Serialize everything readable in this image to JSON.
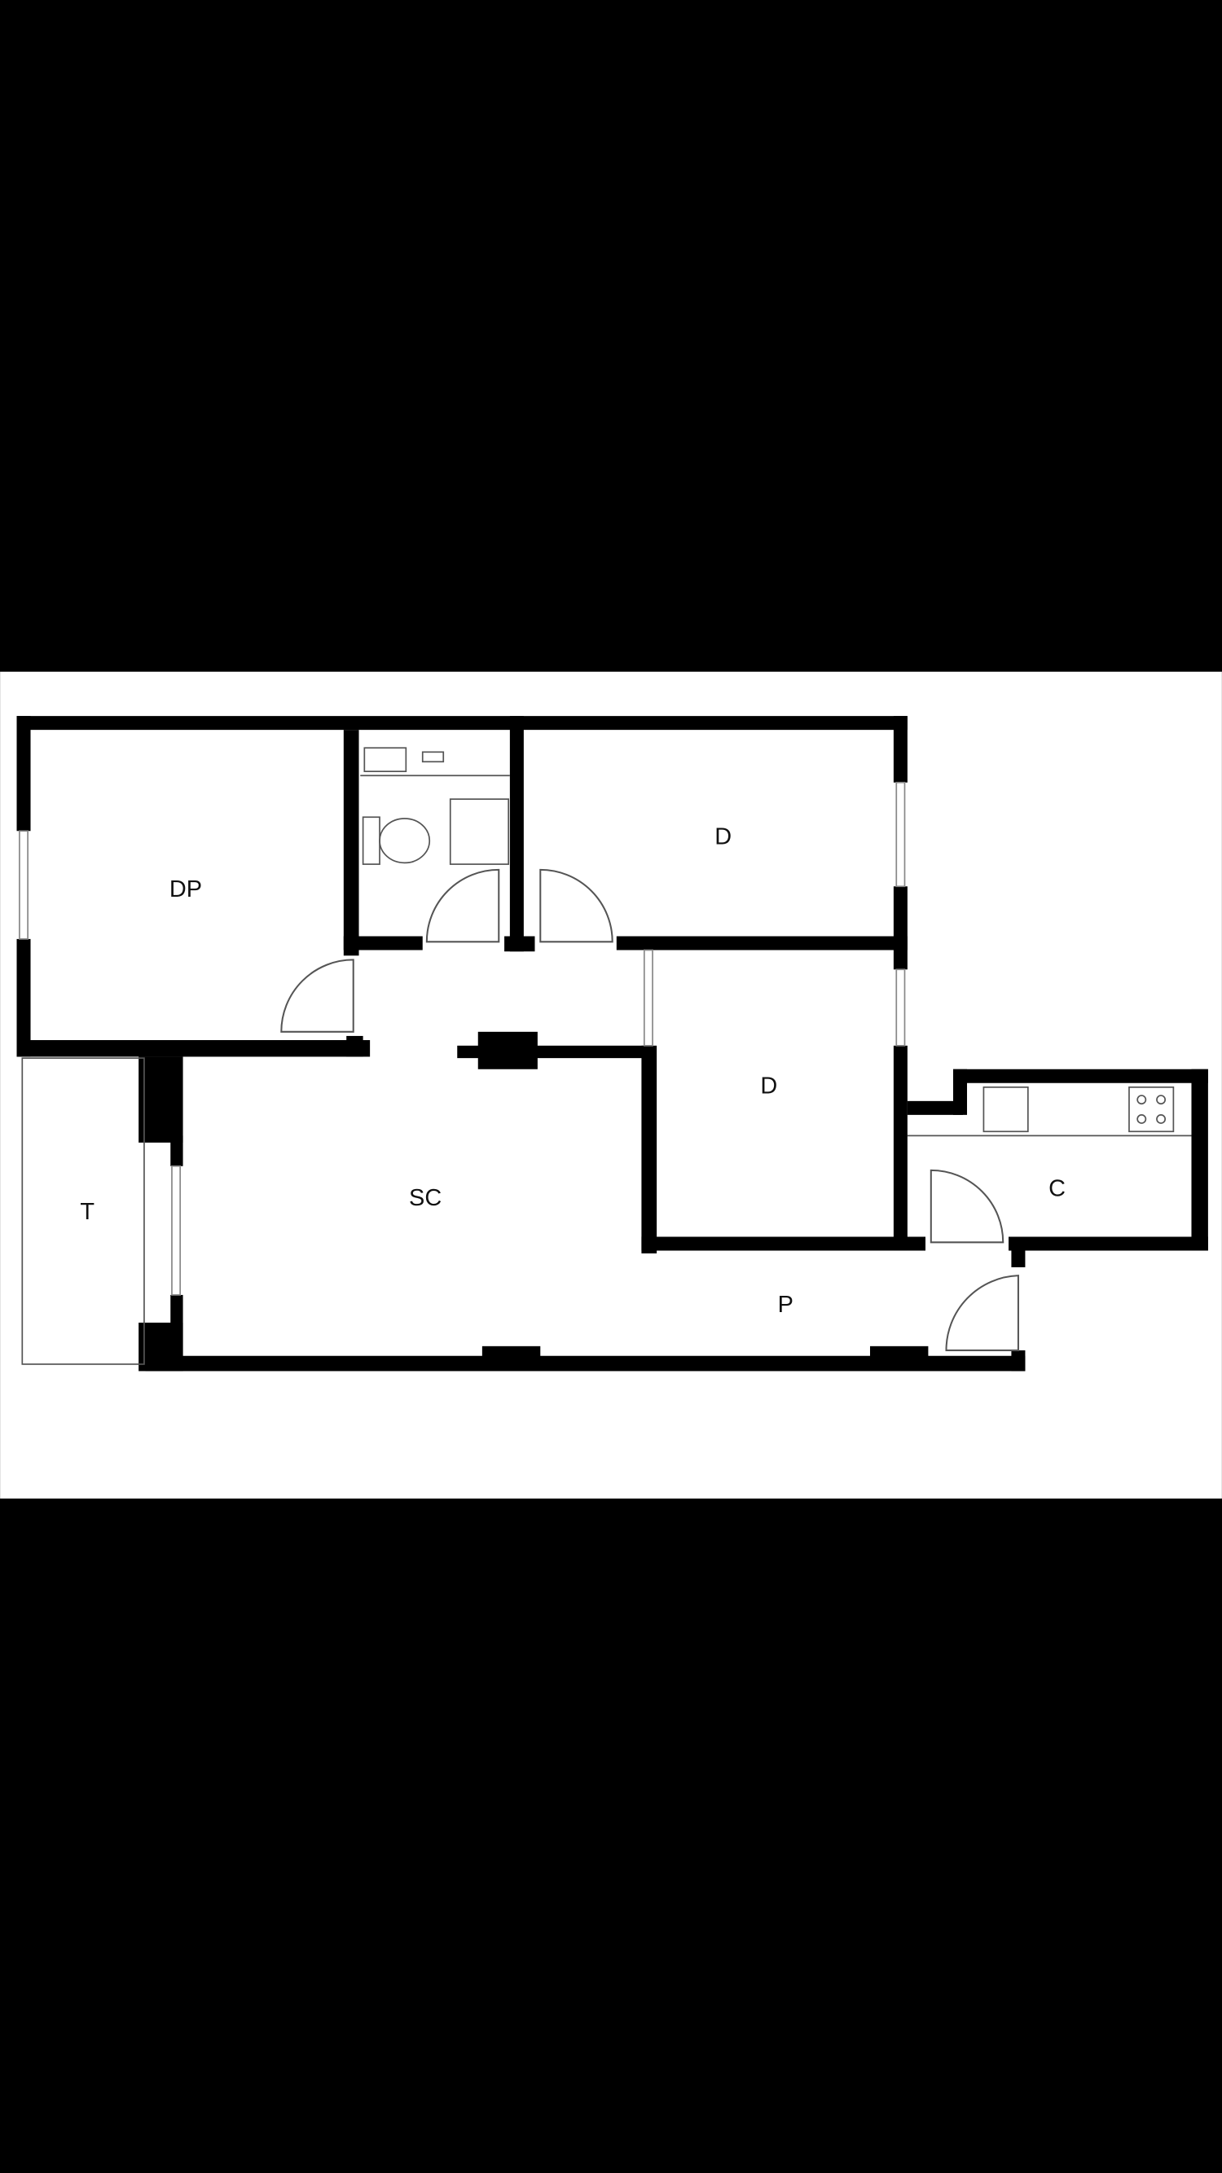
{
  "floor_plan": {
    "rooms": [
      {
        "id": "dp",
        "label": "DP"
      },
      {
        "id": "d1",
        "label": "D"
      },
      {
        "id": "d2",
        "label": "D"
      },
      {
        "id": "sc",
        "label": "SC"
      },
      {
        "id": "t",
        "label": "T"
      },
      {
        "id": "c",
        "label": "C"
      },
      {
        "id": "p",
        "label": "P"
      }
    ],
    "colors": {
      "background": "#000000",
      "paper": "#ffffff",
      "wall": "#000000"
    }
  }
}
